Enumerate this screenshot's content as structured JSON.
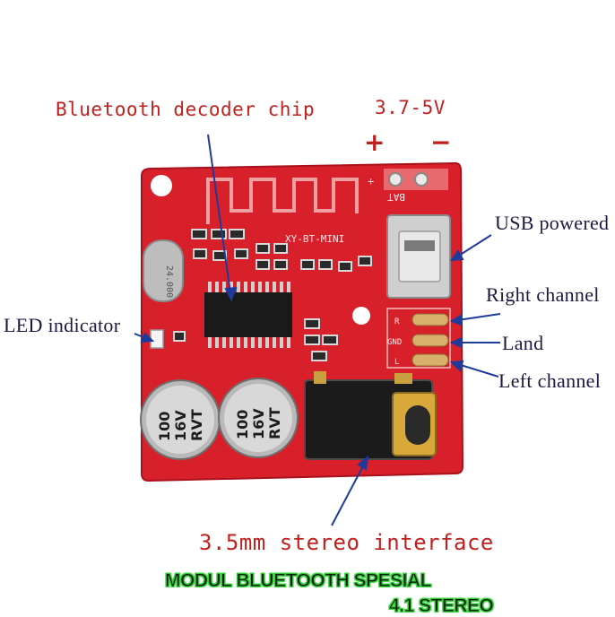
{
  "labels": {
    "decoder_chip": "Bluetooth decoder chip",
    "voltage": "3.7-5V",
    "plus": "+",
    "minus": "−",
    "usb": "USB powered",
    "right_channel": "Right channel",
    "land": "Land",
    "left_channel": "Left channel",
    "led": "LED indicator",
    "stereo_interface": "3.5mm stereo interface"
  },
  "banner": {
    "line1": "MODUL BLUETOOTH SPESIAL",
    "line2": "4.1 STEREO"
  },
  "board": {
    "model": "XY-BT-MINI",
    "bat_label": "BAT",
    "bat_plus": "+",
    "pad_r": "R",
    "pad_gnd": "GND",
    "pad_l": "L",
    "crystal": "24.000",
    "cap1": [
      "100",
      "16V",
      "RVT"
    ],
    "cap2": [
      "100",
      "16V",
      "RVT"
    ]
  },
  "colors": {
    "pcb": "#d8202a",
    "callout_red": "#c0201e",
    "callout_navy": "#1a1a40",
    "arrow_blue": "#1e3a9a",
    "banner_green": "#36c23a"
  }
}
